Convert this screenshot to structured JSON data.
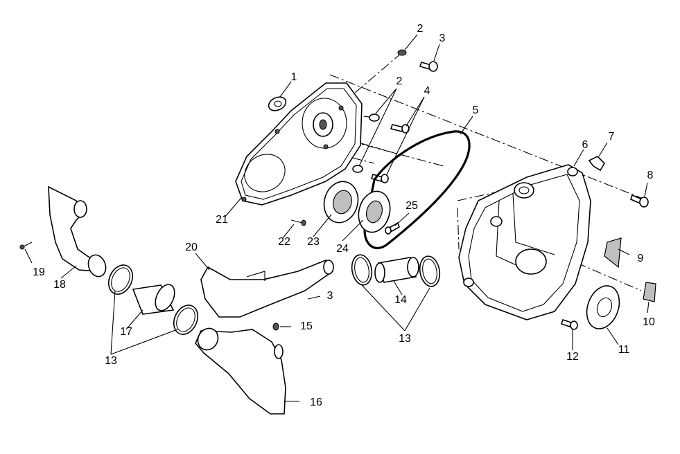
{
  "callouts": [
    {
      "id": "c1",
      "text": "1"
    },
    {
      "id": "c2a",
      "text": "2"
    },
    {
      "id": "c2b",
      "text": "2"
    },
    {
      "id": "c3a",
      "text": "3"
    },
    {
      "id": "c3b",
      "text": "3"
    },
    {
      "id": "c4",
      "text": "4"
    },
    {
      "id": "c5",
      "text": "5"
    },
    {
      "id": "c6",
      "text": "6"
    },
    {
      "id": "c7",
      "text": "7"
    },
    {
      "id": "c8",
      "text": "8"
    },
    {
      "id": "c9",
      "text": "9"
    },
    {
      "id": "c10",
      "text": "10"
    },
    {
      "id": "c11",
      "text": "11"
    },
    {
      "id": "c12",
      "text": "12"
    },
    {
      "id": "c13a",
      "text": "13"
    },
    {
      "id": "c13b",
      "text": "13"
    },
    {
      "id": "c14",
      "text": "14"
    },
    {
      "id": "c15",
      "text": "15"
    },
    {
      "id": "c16",
      "text": "16"
    },
    {
      "id": "c17",
      "text": "17"
    },
    {
      "id": "c18",
      "text": "18"
    },
    {
      "id": "c19",
      "text": "19"
    },
    {
      "id": "c20",
      "text": "20"
    },
    {
      "id": "c21",
      "text": "21"
    },
    {
      "id": "c22",
      "text": "22"
    },
    {
      "id": "c23",
      "text": "23"
    },
    {
      "id": "c24",
      "text": "24"
    },
    {
      "id": "c25",
      "text": "25"
    }
  ]
}
